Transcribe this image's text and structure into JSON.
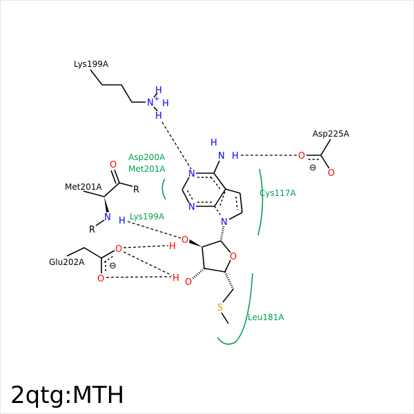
{
  "title": "2qtg:MTH",
  "colors": {
    "residue": "#00a050",
    "nitrogen": "#0000ff",
    "oxygen": "#ff0000",
    "sulfur": "#e6a000",
    "bond": "#000000"
  },
  "residues": {
    "lys199_chain": "Lys199A",
    "asp225": "Asp225A",
    "met201_chain": "Met201A",
    "glu202": "Glu202A"
  },
  "contacts": {
    "asp200": "Asp200A",
    "met201": "Met201A",
    "lys199": "Lys199A",
    "cys117": "Cys117A",
    "leu181": "Leu181A"
  },
  "atoms": {
    "N": "N",
    "N_plus": "+",
    "H": "H",
    "O": "O",
    "S": "S",
    "R": "R",
    "minus": "⊖"
  }
}
